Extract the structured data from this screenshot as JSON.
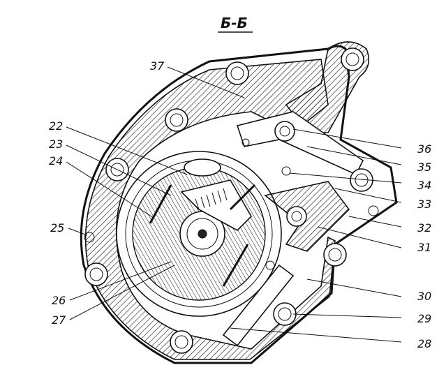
{
  "section_title": "Б-Б",
  "callouts": {
    "left": [
      "22",
      "23",
      "24",
      "25",
      "26",
      "27"
    ],
    "right": [
      "36",
      "35",
      "34",
      "33",
      "32",
      "31",
      "30",
      "29",
      "28"
    ],
    "top": [
      "37"
    ]
  }
}
